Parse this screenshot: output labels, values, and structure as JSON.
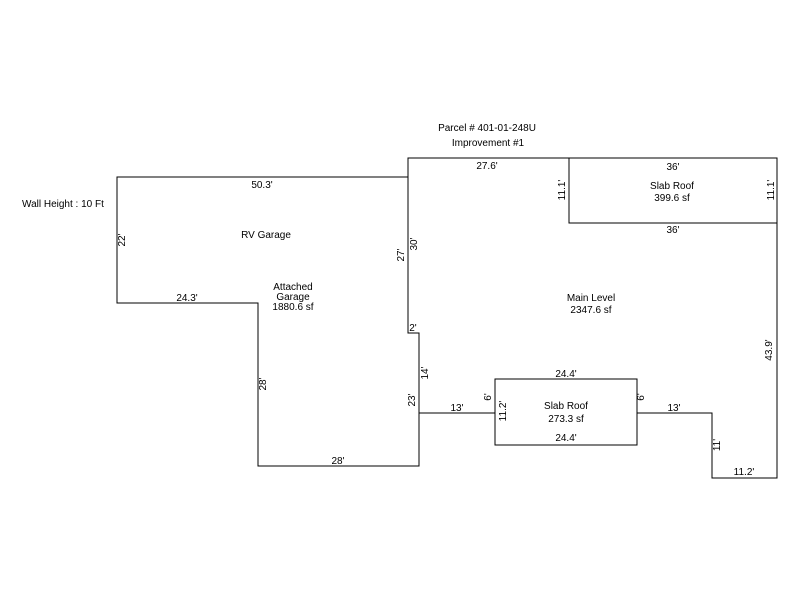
{
  "header": {
    "parcel": "Parcel # 401-01-248U",
    "improvement": "Improvement #1"
  },
  "wall_height": "Wall Height : 10 Ft",
  "areas": {
    "rv_garage": "RV Garage",
    "attached_garage_line1": "Attached",
    "attached_garage_line2": "Garage",
    "attached_garage_area": "1880.6 sf",
    "main_level": "Main Level",
    "main_level_area": "2347.6 sf",
    "slab_roof_top": "Slab Roof",
    "slab_roof_top_area": "399.6 sf",
    "slab_roof_bottom": "Slab Roof",
    "slab_roof_bottom_area": "273.3 sf"
  },
  "dimensions": {
    "garage_top": "50.3'",
    "garage_left": "22'",
    "garage_step": "24.3'",
    "garage_inner_left": "28'",
    "garage_bottom": "28'",
    "garage_right_upper": "27'",
    "garage_right_lower": "23'",
    "garage_notch": "2'",
    "main_left_upper": "30'",
    "main_left_lower": "14'",
    "main_top": "27.6'",
    "slab_top_left": "11.1'",
    "slab_top_right": "11.1'",
    "slab_top_top": "36'",
    "slab_top_bottom": "36'",
    "main_right": "43.9'",
    "main_bottom_right": "11.2'",
    "main_step_right": "11'",
    "main_bottom_left": "13'",
    "main_bottom_middle": "13'",
    "main_notch_left": "6'",
    "main_notch_right": "6'",
    "slab_bottom_top": "24.4'",
    "slab_bottom_bottom": "24.4'",
    "slab_bottom_left": "11.2'"
  }
}
